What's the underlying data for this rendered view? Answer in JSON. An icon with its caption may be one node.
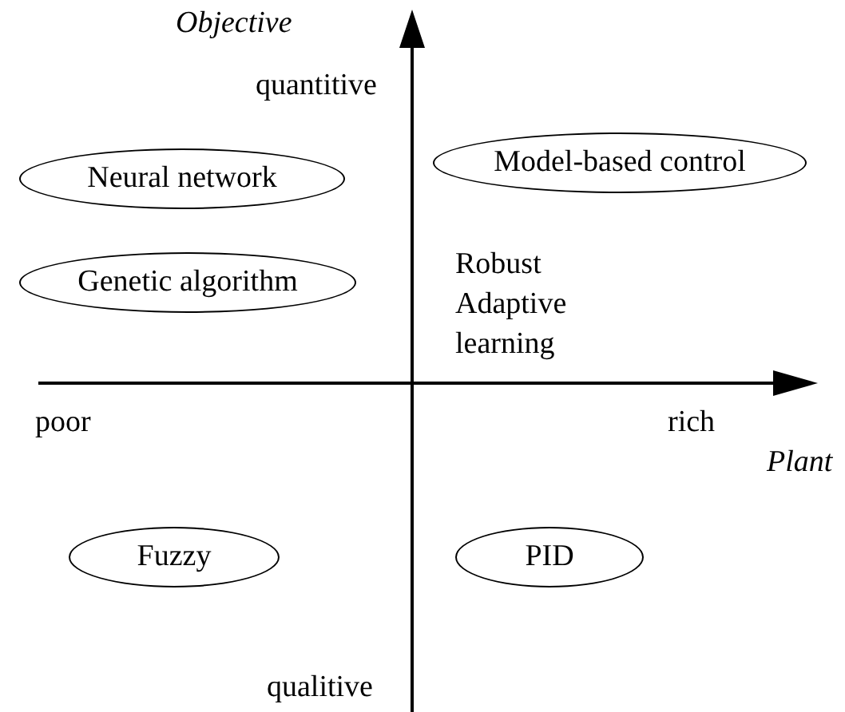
{
  "diagram": {
    "nodes": [
      {
        "text": [
          "Neural network"
        ]
      },
      {
        "text": [
          "Model-based control"
        ]
      },
      {
        "text": [
          "Genetic algorithm"
        ]
      },
      {
        "text": [
          "Fuzzy"
        ]
      },
      {
        "text": [
          "PID"
        ]
      }
    ],
    "labels": [
      "Objective",
      "quantitive",
      "Robust Adaptive learning",
      "poor",
      "rich",
      "Plant",
      "qualitive"
    ]
  }
}
